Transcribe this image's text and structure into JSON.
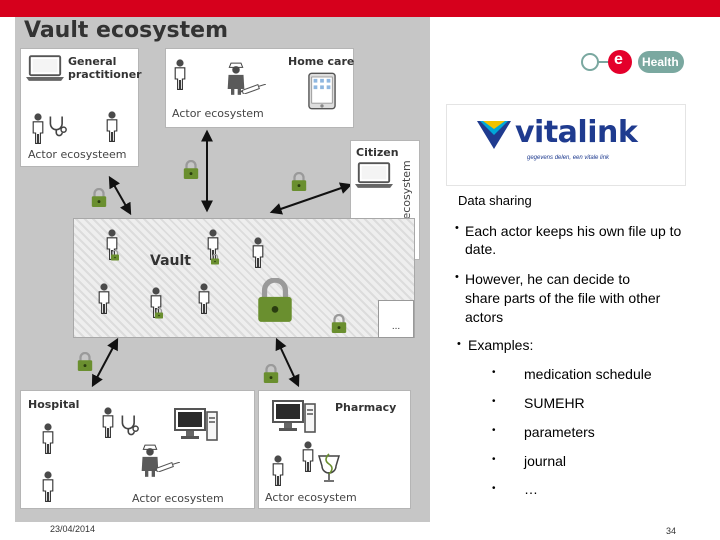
{
  "slide": {
    "title": "Vault ecosystem",
    "date": "23/04/2014",
    "page_number": "34"
  },
  "colors": {
    "top_bar": "#d6001c",
    "panel": "#c6c6c6",
    "vitalink_blue": "#1f3b8f",
    "vitalink_yellow": "#f2c200",
    "vitalink_cyan": "#00a8d8",
    "ehealth_red": "#e4002b",
    "ehealth_green": "#7aa8a0",
    "lock_green": "#6a8f2f"
  },
  "diagram": {
    "general_practitioner": {
      "label": "General practitioner",
      "eco": "Actor ecosysteem"
    },
    "home_care": {
      "label": "Home care",
      "eco": "Actor ecosystem"
    },
    "citizen": {
      "label": "Citizen",
      "eco": "Actor ecosystem"
    },
    "vault": {
      "label": "Vault"
    },
    "other": {
      "label": "..."
    },
    "hospital": {
      "label": "Hospital",
      "eco": "Actor ecosystem"
    },
    "pharmacy": {
      "label": "Pharmacy",
      "eco": "Actor ecosystem"
    }
  },
  "logos": {
    "ehealth": {
      "e": "e",
      "text": "Health"
    },
    "vitalink": {
      "name": "vitalink",
      "tagline": "gegevens delen, een vitale link"
    }
  },
  "content": {
    "heading": "Data sharing",
    "bullet1": "Each actor keeps his own file up to date.",
    "bullet2": "However, he can decide to share parts of the file with other actors",
    "bullet3": "Examples:",
    "examples": [
      "medication schedule",
      "SUMEHR",
      "parameters",
      "journal",
      "…"
    ]
  }
}
